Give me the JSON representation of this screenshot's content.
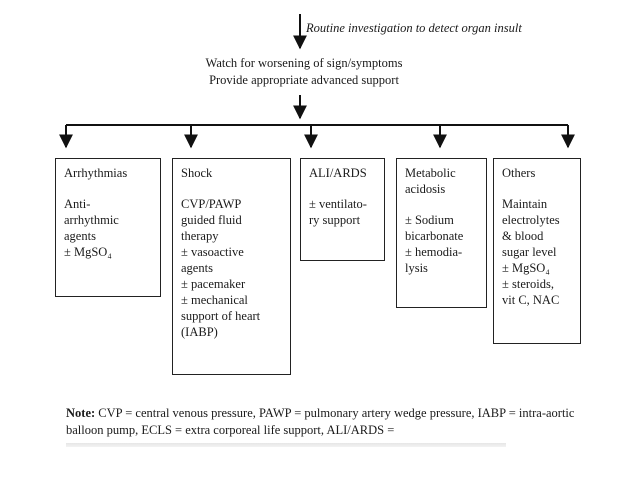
{
  "header": {
    "top_annotation": "Routine investigation to detect organ insult",
    "watch_lines": [
      "Watch for worsening of sign/symptoms",
      "Provide appropriate advanced support"
    ]
  },
  "boxes": [
    {
      "title": [
        "Arrhythmias"
      ],
      "lines": [
        "Anti-",
        "arrhythmic",
        "agents",
        "± MgSO₄"
      ]
    },
    {
      "title": [
        "Shock"
      ],
      "lines": [
        "CVP/PAWP",
        "guided fluid",
        "therapy",
        "± vasoactive",
        "agents",
        "± pacemaker",
        "± mechanical",
        "support of heart",
        "(IABP)"
      ]
    },
    {
      "title": [
        "ALI/ARDS"
      ],
      "lines": [
        "± ventilato-",
        "ry support"
      ]
    },
    {
      "title": [
        "Metabolic",
        "acidosis"
      ],
      "lines": [
        "± Sodium",
        "bicarbonate",
        "± hemodia-",
        "lysis"
      ]
    },
    {
      "title": [
        "Others"
      ],
      "lines": [
        "Maintain",
        "electrolytes",
        "& blood",
        "sugar level",
        "± MgSO₄",
        "± steroids,",
        "vit C, NAC"
      ]
    }
  ],
  "note": {
    "label": "Note:",
    "text": "CVP = central venous pressure, PAWP = pulmonary artery wedge pressure, IABP = intra-aortic balloon pump, ECLS = extra corporeal life support, ALI/ARDS ="
  }
}
